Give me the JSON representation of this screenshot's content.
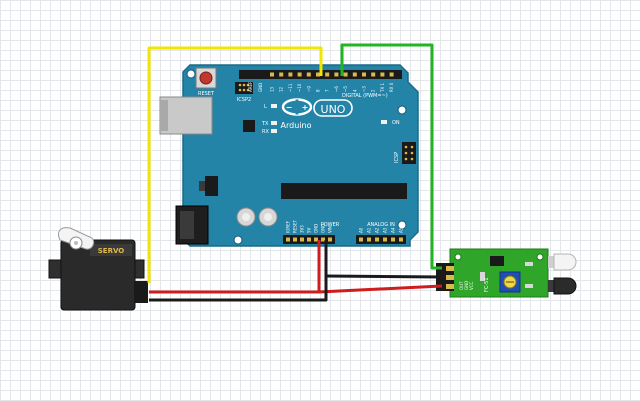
{
  "board": {
    "brand": "Arduino",
    "model": "UNO",
    "reset_label": "RESET",
    "icsp2_label": "ICSP2",
    "icsp_label": "ICSP",
    "led_l": "L",
    "led_tx": "TX",
    "led_rx": "RX",
    "on_label": "ON",
    "digital_header": "DIGITAL (PWM=~)",
    "aref_label": "AREF",
    "gnd_label": "GND",
    "power_label": "POWER",
    "analog_label": "ANALOG IN",
    "digital_pins": [
      "13",
      "12",
      "~11",
      "~10",
      "~9",
      "8",
      "7",
      "~6",
      "~5",
      "4",
      "~3",
      "2",
      "TX 1",
      "RX 0"
    ],
    "power_pins": [
      "IOREF",
      "RESET",
      "3V3",
      "5V",
      "GND",
      "GND",
      "VIN"
    ],
    "analog_pins": [
      "A0",
      "A1",
      "A2",
      "A3",
      "A4",
      "A5"
    ]
  },
  "servo": {
    "label": "SERVO"
  },
  "sensor": {
    "label": "FC-51",
    "labels": [
      "OUT",
      "GND",
      "VCC"
    ]
  },
  "wires": {
    "signal_yellow": "#f2e600",
    "signal_green": "#22b422",
    "power_red": "#d01c1c",
    "ground_black": "#1a1a1a"
  },
  "colors": {
    "board": "#2484a8",
    "board_dark": "#1d6f8f",
    "sensor_pcb": "#2fa52a",
    "servo_body": "#2a2a2a"
  }
}
